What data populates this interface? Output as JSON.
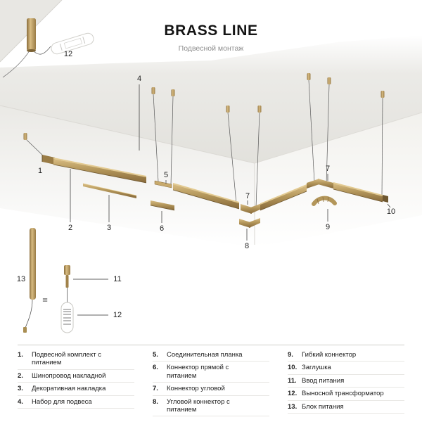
{
  "header": {
    "title": "BRASS LINE",
    "subtitle": "Подвесной монтаж"
  },
  "colors": {
    "brass": "#b3965a",
    "brass_light": "#d8bc82",
    "brass_dark": "#87693a",
    "ceiling": "#e5e4e0",
    "leader_line": "#2b2b2b"
  },
  "callouts": [
    {
      "n": "12"
    },
    {
      "n": "4"
    },
    {
      "n": "1"
    },
    {
      "n": "5"
    },
    {
      "n": "7"
    },
    {
      "n": "7"
    },
    {
      "n": "2"
    },
    {
      "n": "3"
    },
    {
      "n": "6"
    },
    {
      "n": "8"
    },
    {
      "n": "9"
    },
    {
      "n": "10"
    },
    {
      "n": "13"
    },
    {
      "n": "11"
    },
    {
      "n": "12"
    },
    {
      "n": "="
    }
  ],
  "legend": {
    "columns": [
      {
        "items": [
          {
            "num": "1.",
            "label": "Подвесной комплект с питанием"
          },
          {
            "num": "2.",
            "label": "Шинопровод накладной"
          },
          {
            "num": "3.",
            "label": "Декоративная накладка"
          },
          {
            "num": "4.",
            "label": "Набор для подвеса"
          }
        ]
      },
      {
        "items": [
          {
            "num": "5.",
            "label": "Соединительная планка"
          },
          {
            "num": "6.",
            "label": "Коннектор прямой с питанием"
          },
          {
            "num": "7.",
            "label": "Коннектор угловой"
          },
          {
            "num": "8.",
            "label": "Угловой коннектор с питанием"
          }
        ]
      },
      {
        "items": [
          {
            "num": "9.",
            "label": "Гибкий коннектор"
          },
          {
            "num": "10.",
            "label": "Заглушка"
          },
          {
            "num": "11.",
            "label": "Ввод питания"
          },
          {
            "num": "12.",
            "label": "Выносной трансформатор"
          },
          {
            "num": "13.",
            "label": "Блок питания"
          }
        ]
      }
    ]
  }
}
